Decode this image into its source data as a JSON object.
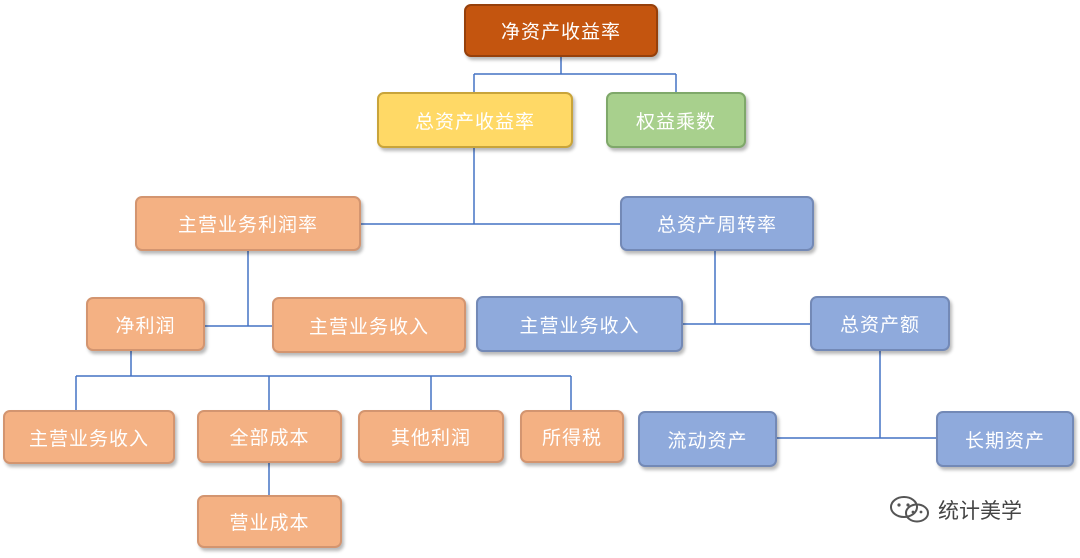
{
  "nodes": {
    "roe": "净资产收益率",
    "roa": "总资产收益率",
    "equity_multiplier": "权益乘数",
    "profit_margin": "主营业务利润率",
    "asset_turnover": "总资产周转率",
    "net_profit": "净利润",
    "revenue_1": "主营业务收入",
    "revenue_2": "主营业务收入",
    "total_assets": "总资产额",
    "revenue_3": "主营业务收入",
    "total_cost": "全部成本",
    "other_profit": "其他利润",
    "income_tax": "所得税",
    "current_assets": "流动资产",
    "long_term_assets": "长期资产",
    "operating_cost": "营业成本"
  },
  "watermark": {
    "text": "统计美学",
    "icon": "wechat-icon"
  },
  "colors": {
    "root": "#c4550f",
    "yellow": "#ffd966",
    "green": "#a8d08d",
    "orange": "#f4b183",
    "blue": "#8faadc",
    "connector": "#4472c4"
  }
}
